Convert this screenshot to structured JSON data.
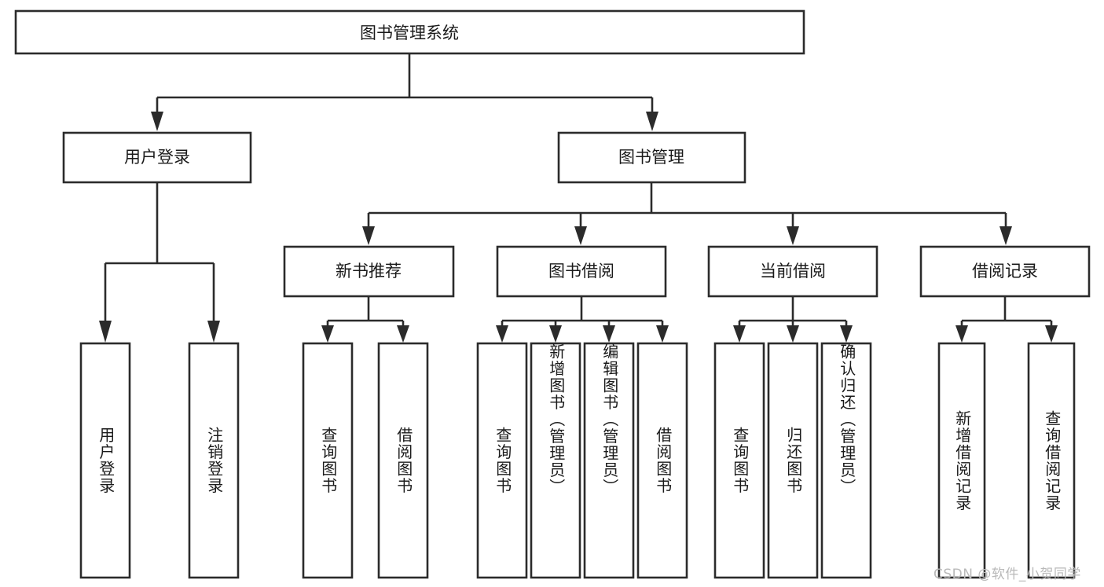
{
  "diagram": {
    "type": "tree-hierarchy",
    "title": "图书管理系统",
    "orientation": "top-down",
    "colors": {
      "box_stroke": "#2b2b2b",
      "box_fill": "#ffffff",
      "text": "#1a1a1a",
      "background": "#ffffff",
      "watermark": "#b9b9b9"
    },
    "root": {
      "label": "图书管理系统"
    },
    "level2": [
      {
        "label": "用户登录"
      },
      {
        "label": "图书管理"
      }
    ],
    "level3": [
      {
        "label": "新书推荐"
      },
      {
        "label": "图书借阅"
      },
      {
        "label": "当前借阅"
      },
      {
        "label": "借阅记录"
      }
    ],
    "leaves": {
      "user_login": [
        {
          "label": "用户登录"
        },
        {
          "label": "注销登录"
        }
      ],
      "new_book_recommend": [
        {
          "label": "查询图书"
        },
        {
          "label": "借阅图书"
        }
      ],
      "book_borrow": [
        {
          "label": "查询图书"
        },
        {
          "label": "新增图书（管理员）"
        },
        {
          "label": "编辑图书（管理员）"
        },
        {
          "label": "借阅图书"
        }
      ],
      "current_borrow": [
        {
          "label": "查询图书"
        },
        {
          "label": "归还图书"
        },
        {
          "label": "确认归还（管理员）"
        }
      ],
      "borrow_record": [
        {
          "label": "新增借阅记录"
        },
        {
          "label": "查询借阅记录"
        }
      ]
    }
  },
  "watermark": {
    "text": "CSDN @软件_小贺同学"
  }
}
